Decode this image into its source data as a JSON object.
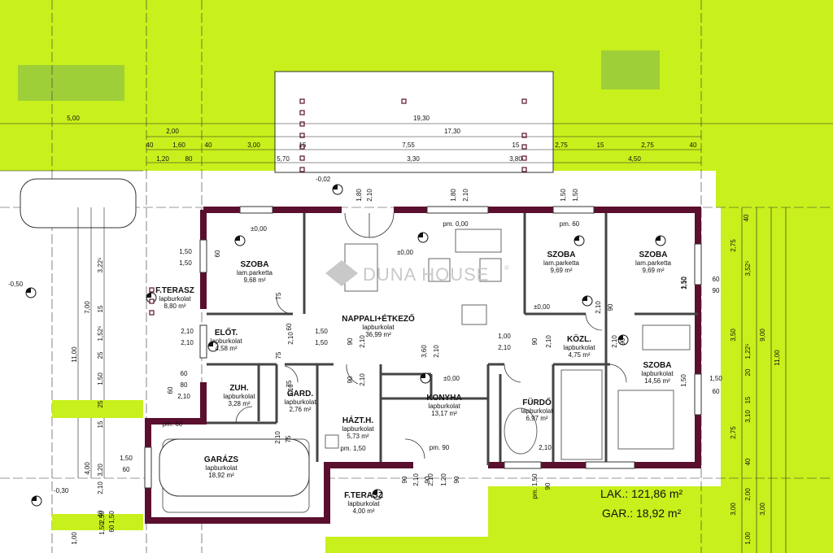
{
  "watermark": "DUNA HOUSE",
  "watermark_mark": "®",
  "totals": {
    "living": "LAK.: 121,86 m²",
    "garage": "GAR.: 18,92 m²"
  },
  "levels": {
    "top_left": "-0,02",
    "left": "-0,50",
    "bottom_left": "-0,30",
    "szoba_nw": "±0,00",
    "nappali": "±0,00",
    "szoba_ne": "±0,00",
    "konyha": "±0,00"
  },
  "rooms": [
    {
      "name": "SZOBA",
      "floor": "lam.parketta",
      "area": "9,68 m²"
    },
    {
      "name": "F.TERASZ",
      "floor": "lapburkolat",
      "area": "8,80 m²"
    },
    {
      "name": "ELŐT.",
      "floor": "lapburkolat",
      "area": "4,58 m²"
    },
    {
      "name": "ZUH.",
      "floor": "lapburkolat",
      "area": "3,28 m²"
    },
    {
      "name": "GARD.",
      "floor": "lapburkolat",
      "area": "2,76 m²"
    },
    {
      "name": "NAPPALI+ÉTKEZŐ",
      "floor": "lapburkolat",
      "area": "36,99 m²"
    },
    {
      "name": "HÁZT.H.",
      "floor": "lapburkolat",
      "area": "5,73 m²"
    },
    {
      "name": "KONYHA",
      "floor": "lapburkolat",
      "area": "13,17 m²"
    },
    {
      "name": "SZOBA",
      "floor": "lam.parketta",
      "area": "9,69 m²"
    },
    {
      "name": "SZOBA",
      "floor": "lam.parketta",
      "area": "9,69 m²"
    },
    {
      "name": "KÖZL.",
      "floor": "lapburkolat",
      "area": "4,75 m²"
    },
    {
      "name": "SZOBA",
      "floor": "lapburkolat",
      "area": "14,56 m²"
    },
    {
      "name": "FÜRDŐ",
      "floor": "lapburkolat",
      "area": "6,97 m²"
    },
    {
      "name": "GARÁZS",
      "floor": "lapburkolat",
      "area": "18,92 m²"
    },
    {
      "name": "F.TERASZ",
      "floor": "lapburkolat",
      "area": "4,00 m²"
    }
  ],
  "dims_top": [
    {
      "row": 0,
      "labels": [
        "5,00",
        "19,30"
      ]
    },
    {
      "row": 1,
      "labels": [
        "2,00",
        "17,30"
      ]
    },
    {
      "row": 2,
      "labels": [
        "40",
        "1,60",
        "40",
        "3,00",
        "15",
        "7,55",
        "15",
        "2,75",
        "15",
        "2,75",
        "40"
      ]
    },
    {
      "row": 3,
      "labels": [
        "1,20",
        "80",
        "5,70",
        "3,30",
        "3,80",
        "4,50"
      ]
    }
  ],
  "dims_left": [
    "7,00",
    "11,00",
    "3,22⁵",
    "15",
    "1,52⁵",
    "25",
    "1,50",
    "25",
    "15",
    "4,00",
    "3,20",
    "40",
    "1,00"
  ],
  "dims_right": [
    "40",
    "2,75",
    "3,52⁵",
    "1,22⁵",
    "3,50",
    "20",
    "15",
    "9,00",
    "11,00",
    "3,10",
    "2,75",
    "40",
    "2,00",
    "3,00",
    "3,00",
    "1,00"
  ],
  "openings": [
    "1,80",
    "2,10",
    "1,80",
    "2,10",
    "1,50",
    "1,50",
    "pm. 0,00",
    "pm. 60",
    "1,50",
    "60",
    "1,50",
    "75",
    "75",
    "1,50",
    "2,10",
    "1,50",
    "2,10",
    "90",
    "2,10",
    "90",
    "2,10",
    "3,60",
    "2,10",
    "1,00",
    "2,10",
    "90",
    "2,10",
    "2,10",
    "90",
    "2,10",
    "90",
    "2,10",
    "60",
    "80",
    "2,10",
    "60",
    "pm. 60",
    "60",
    "2,10",
    "75",
    "2,10",
    "75",
    "2,10",
    "pm. 1,50",
    "pm. 90",
    "2,10",
    "90",
    "2,10",
    "90",
    "1,20",
    "90",
    "2,10",
    "pm. 1,50",
    "90",
    "60",
    "90",
    "1,50",
    "1,50",
    "60",
    "1,50",
    "1,50",
    "60",
    "2,50",
    "2,10",
    "1,50",
    "60",
    "1,50",
    "1,50",
    "40"
  ],
  "colors": {
    "site": "#c8f01c",
    "wall": "#5a0f2e",
    "floor": "#ffffff",
    "line": "#222222"
  }
}
